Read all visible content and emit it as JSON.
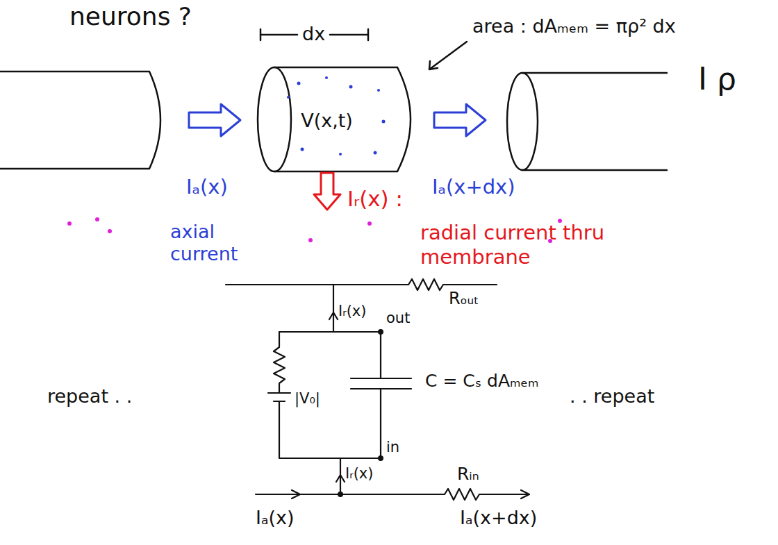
{
  "diagram": {
    "nodes": [
      {
        "text": [
          "V(x,t)"
        ]
      }
    ],
    "labels": [
      "neurons ?",
      "area : dAₘₑₘ = πρ² dx",
      "dx",
      "Iₐ(x)",
      "Iₐ(x+dx)",
      "Iᵣ(x) :",
      "axial current",
      "radial current thru membrane",
      "I ρ",
      "Iᵣ(x)",
      "out",
      "Rₒᵤₜ",
      "|V₀|",
      "C = Cₛ dAₘₑₘ",
      "in",
      "Iᵣ(x)",
      "Rᵢₙ",
      "repeat . .",
      ". . repeat",
      "Iₐ(x)",
      "Iₐ(x+dx)"
    ]
  }
}
